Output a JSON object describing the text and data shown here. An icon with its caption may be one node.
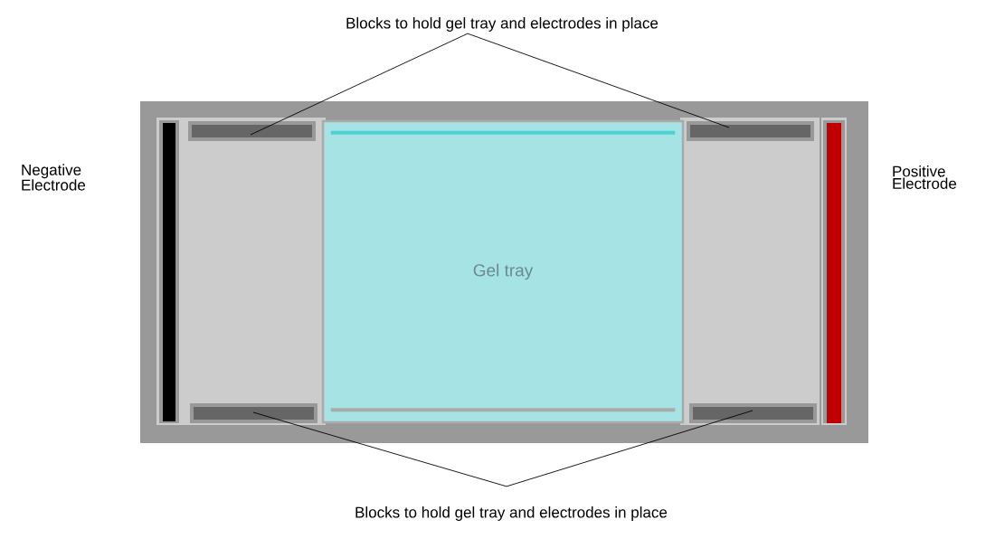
{
  "diagram": {
    "nodes": [
      {
        "text": [
          "Blocks to hold gel tray and electrodes in place"
        ]
      },
      {
        "text": [],
        "shape": "box"
      },
      {
        "text": [],
        "shape": "box"
      },
      {
        "text": [
          "Gel tray"
        ]
      },
      {
        "text": [],
        "shape": "box"
      },
      {
        "text": [],
        "shape": "box"
      },
      {
        "text": [
          "Blocks to hold gel tray and electrodes in place"
        ]
      }
    ],
    "edges": [
      {
        "from": 0,
        "to": 1,
        "arrow": "none"
      },
      {
        "from": 0,
        "to": 2,
        "arrow": "none"
      },
      {
        "from": 6,
        "to": 4,
        "arrow": "none"
      },
      {
        "from": 6,
        "to": 5,
        "arrow": "none"
      }
    ],
    "labels": [
      "Negative Electrode",
      "Positive Electrode"
    ]
  }
}
